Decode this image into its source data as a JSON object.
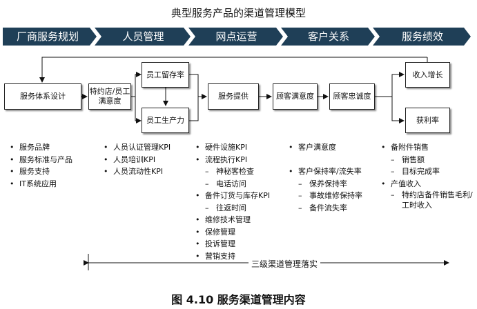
{
  "title": "典型服务产品的渠道管理模型",
  "phases": [
    "厂商服务规划",
    "人员管理",
    "网点运营",
    "客户关系",
    "服务绩效"
  ],
  "boxes": {
    "service_system": "服务体系设计",
    "dealer_staff_satisfaction": "特约店/员工满意度",
    "staff_retention": "员工留存率",
    "staff_productivity": "员工生产力",
    "service_delivery": "服务提供",
    "customer_satisfaction": "顾客满意度",
    "customer_loyalty": "顾客忠诚度",
    "revenue_growth": "收入增长",
    "profit_rate": "获利率"
  },
  "columns": {
    "planning": [
      "服务品牌",
      "服务标准与产品",
      "服务支持",
      "IT系统应用"
    ],
    "people": [
      "人员认证管理KPI",
      "人员培训KPI",
      "人员流动性KPI"
    ],
    "outlet": {
      "hardware": "硬件设施KPI",
      "process": "流程执行KPI",
      "process_sub": [
        "神秘客检查",
        "电话访问"
      ],
      "parts": "备件订货与库存KPI",
      "parts_sub": [
        "往返时间"
      ],
      "more": [
        "维修技术管理",
        "保修管理",
        "投诉管理",
        "营销支持"
      ]
    },
    "customer": {
      "satisfaction": "客户满意度",
      "retention": "客户保持率/流失率",
      "retention_sub": [
        "保养保持率",
        "事故维修保持率",
        "备件流失率"
      ]
    },
    "performance": {
      "parts_sales": "备附件销售",
      "parts_sales_sub": [
        "销售额",
        "目标完成率"
      ],
      "output_income": "产值收入",
      "output_income_sub": [
        "特约店备件销售毛利/工时收入"
      ]
    }
  },
  "bottom_label": "三级渠道管理落实",
  "caption": "图 4.10    服务渠道管理内容",
  "colors": {
    "phase_bg": "#1f3f57"
  }
}
